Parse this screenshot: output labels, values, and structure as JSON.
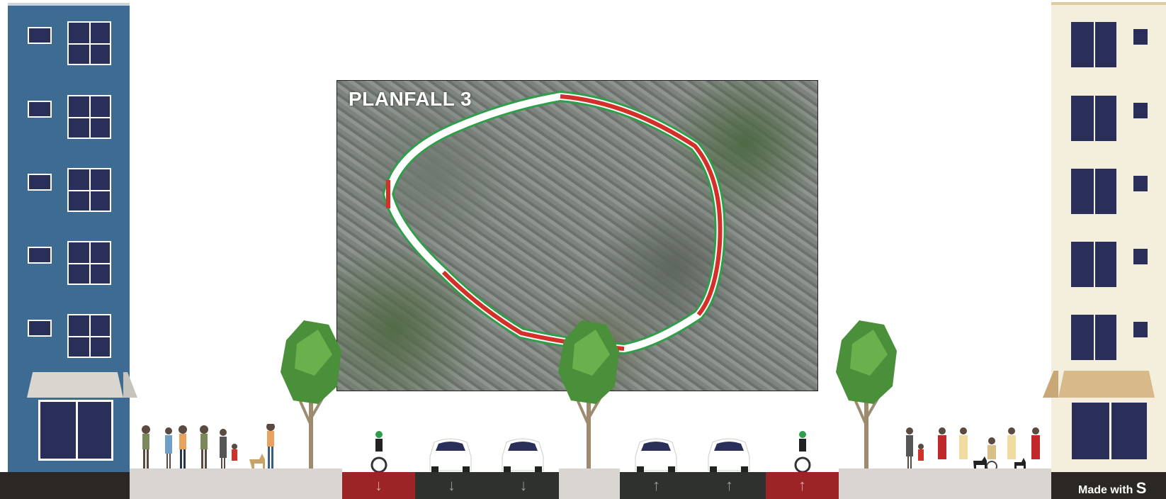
{
  "map": {
    "title": "PLANFALL 3"
  },
  "footer": {
    "made_with": "Made with",
    "brand_fragment": "S"
  },
  "lanes": [
    {
      "type": "sidewalk",
      "arrow": ""
    },
    {
      "type": "bike-lane",
      "arrow": "↓"
    },
    {
      "type": "drive-lane",
      "arrow": "↓"
    },
    {
      "type": "drive-lane",
      "arrow": "↓"
    },
    {
      "type": "median",
      "arrow": ""
    },
    {
      "type": "drive-lane",
      "arrow": "↑"
    },
    {
      "type": "drive-lane",
      "arrow": "↑"
    },
    {
      "type": "bike-lane",
      "arrow": "↑"
    },
    {
      "type": "sidewalk",
      "arrow": ""
    }
  ],
  "colors": {
    "bike_lane": "#9c2426",
    "drive_lane": "#2f312f",
    "sidewalk": "#d9d6d1",
    "building_left": "#3d6b91",
    "building_right": "#f4eedc",
    "tree": "#4a8f3a"
  }
}
